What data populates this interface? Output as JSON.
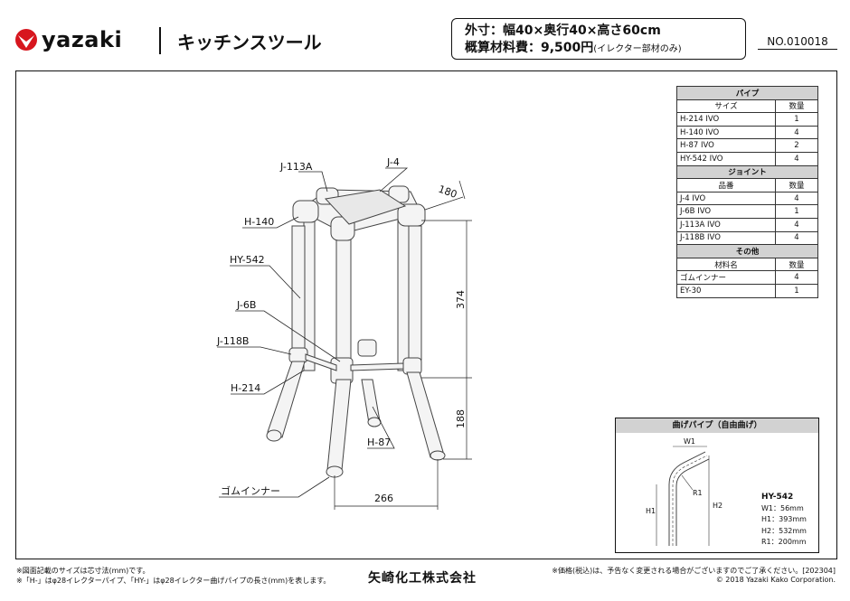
{
  "header": {
    "brand": "yazaki",
    "title": "キッチンスツール",
    "spec_line1": "外寸：幅40×奥行40×高さ60cm",
    "spec_line2": "概算材料費：9,500円",
    "spec_line2_note": "(イレクター部材のみ)",
    "doc_no": "NO.010018"
  },
  "colors": {
    "brand_red": "#d7161e",
    "header_gray": "#d2d2d2"
  },
  "drawing": {
    "labels": {
      "j113a": "J-113A",
      "j4": "J-4",
      "h140": "H-140",
      "hy542": "HY-542",
      "j6b": "J-6B",
      "j118b": "J-118B",
      "h214": "H-214",
      "h87": "H-87",
      "rubber": "ゴムインナー"
    },
    "dims": {
      "d180": "180",
      "d374": "374",
      "d188": "188",
      "d266": "266"
    }
  },
  "parts_table": {
    "pipe_title": "パイプ",
    "pipe_headers": [
      "サイズ",
      "数量"
    ],
    "pipes": [
      {
        "name": "H-214 IVO",
        "qty": "1"
      },
      {
        "name": "H-140 IVO",
        "qty": "4"
      },
      {
        "name": "H-87 IVO",
        "qty": "2"
      },
      {
        "name": "HY-542 IVO",
        "qty": "4"
      }
    ],
    "joint_title": "ジョイント",
    "joint_headers": [
      "品番",
      "数量"
    ],
    "joints": [
      {
        "name": "J-4 IVO",
        "qty": "4"
      },
      {
        "name": "J-6B IVO",
        "qty": "1"
      },
      {
        "name": "J-113A IVO",
        "qty": "4"
      },
      {
        "name": "J-118B IVO",
        "qty": "4"
      }
    ],
    "other_title": "その他",
    "other_headers": [
      "材料名",
      "数量"
    ],
    "others": [
      {
        "name": "ゴムインナー",
        "qty": "4"
      },
      {
        "name": "EY-30",
        "qty": "1"
      }
    ]
  },
  "bend_pipe": {
    "title": "曲げパイプ（自由曲げ）",
    "labels": {
      "w1": "W1",
      "r1": "R1",
      "h1": "H1",
      "h2": "H2"
    },
    "name": "HY-542",
    "specs": [
      "W1：56mm",
      "H1：393mm",
      "H2：532mm",
      "R1：200mm"
    ]
  },
  "footer": {
    "note1": "※図面記載のサイズは芯寸法(mm)です。",
    "note2": "※「H-」はφ28イレクターパイプ、「HY-」はφ28イレクター曲げパイプの長さ(mm)を表します。",
    "company": "矢崎化工株式会社",
    "price_note": "※価格(税込)は、予告なく変更される場合がございますのでご了承ください。[202304]",
    "copyright": "© 2018 Yazaki Kako Corporation."
  }
}
